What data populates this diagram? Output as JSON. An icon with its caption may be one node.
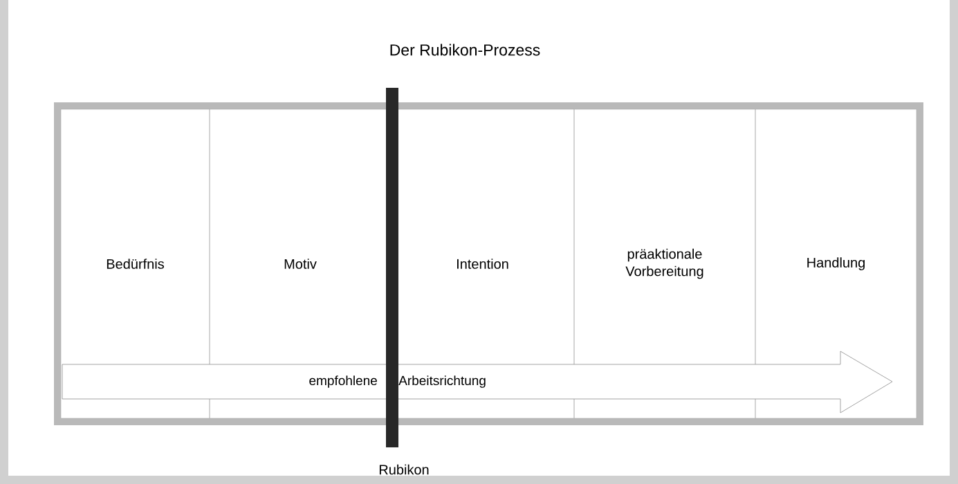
{
  "diagram": {
    "title": "Der Rubikon-Prozess",
    "nodes": [
      {
        "text": [
          "Bedürfnis"
        ]
      },
      {
        "text": [
          "Motiv"
        ]
      },
      {
        "text": [
          "Intention"
        ]
      },
      {
        "text": [
          "präaktionale Vorbereitung"
        ]
      },
      {
        "text": [
          "Handlung"
        ]
      },
      {
        "text": [
          "empfohlene",
          "Arbeitsrichtung"
        ]
      },
      {
        "text": [],
        "shape": "bar",
        "beside": [
          "Rubikon"
        ]
      }
    ]
  }
}
